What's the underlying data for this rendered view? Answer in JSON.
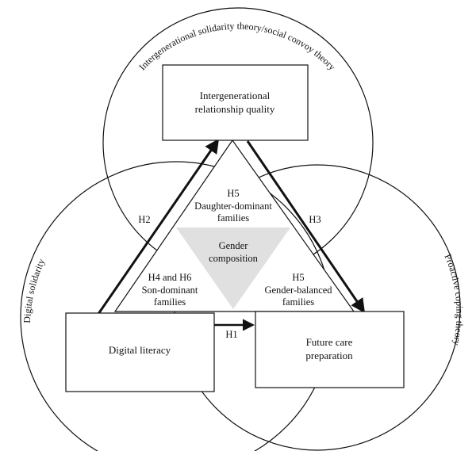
{
  "colors": {
    "stroke": "#111111",
    "triangle_shade": "#e0e0e0",
    "background": "#ffffff"
  },
  "theories": {
    "top": "Intergenerational solidarity theory/social convoy theory",
    "left": "Digital solidarity",
    "right": "Proactive coping theory"
  },
  "boxes": {
    "top": {
      "line1": "Intergenerational",
      "line2": "relationship quality"
    },
    "bottom_left": {
      "line1": "Digital literacy"
    },
    "bottom_right": {
      "line1": "Future care",
      "line2": "preparation"
    }
  },
  "arrows": {
    "h1": "H1",
    "h2": "H2",
    "h3": "H3"
  },
  "triangle": {
    "center_line1": "Gender",
    "center_line2": "composition",
    "top_h": "H5",
    "top_line1": "Daughter-dominant",
    "top_line2": "families",
    "left_h": "H4 and H6",
    "left_line1": "Son-dominant",
    "left_line2": "families",
    "right_h": "H5",
    "right_line1": "Gender-balanced",
    "right_line2": "families"
  }
}
